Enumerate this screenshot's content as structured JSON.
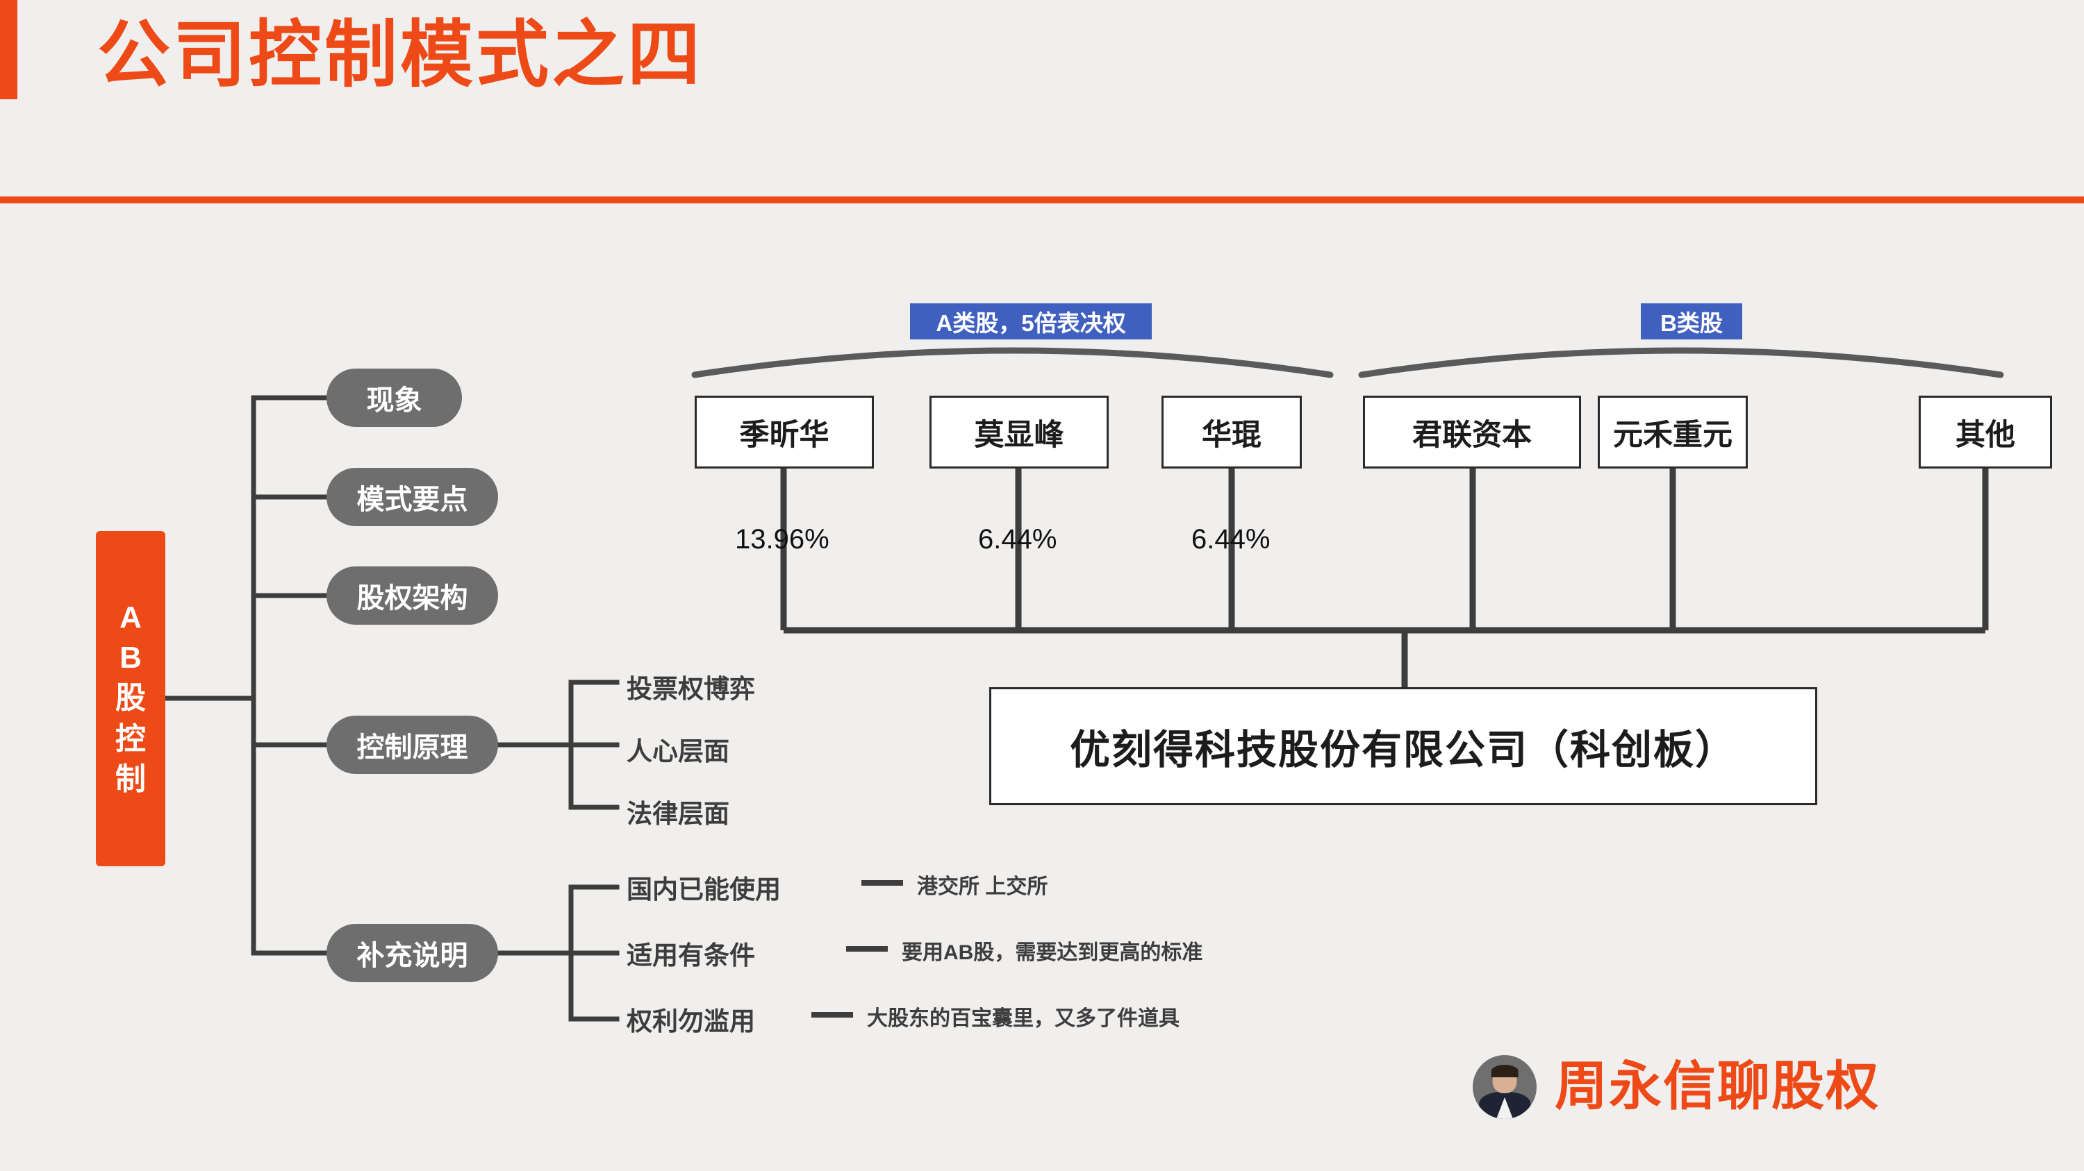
{
  "slide": {
    "title": "公司控制模式之四",
    "accent_color": "#ee4a18",
    "background_color": "#f0efed",
    "node_gray": "#6e6e6e",
    "label_blue": "#4060c0"
  },
  "mindmap": {
    "root": "AB股控制",
    "root_display": "A\nB\n股\n控\n制",
    "branches": [
      {
        "label": "现象",
        "children": []
      },
      {
        "label": "模式要点",
        "children": []
      },
      {
        "label": "股权架构",
        "children": []
      },
      {
        "label": "控制原理",
        "children": [
          {
            "text": "投票权博弈",
            "note": ""
          },
          {
            "text": "人心层面",
            "note": ""
          },
          {
            "text": "法律层面",
            "note": ""
          }
        ]
      },
      {
        "label": "补充说明",
        "children": [
          {
            "text": "国内已能使用",
            "note": "港交所 上交所"
          },
          {
            "text": "适用有条件",
            "note": "要用AB股，需要达到更高的标准"
          },
          {
            "text": "权利勿滥用",
            "note": "大股东的百宝囊里，又多了件道具"
          }
        ]
      }
    ]
  },
  "orgchart": {
    "class_labels": [
      {
        "text": "A类股，5倍表决权"
      },
      {
        "text": "B类股"
      }
    ],
    "shareholders": [
      {
        "name": "季昕华",
        "percent": "13.96%",
        "class": "A类股"
      },
      {
        "name": "莫显峰",
        "percent": "6.44%",
        "class": "A类股"
      },
      {
        "name": "华琨",
        "percent": "6.44%",
        "class": "A类股"
      },
      {
        "name": "君联资本",
        "percent": "",
        "class": "B类股"
      },
      {
        "name": "元禾重元",
        "percent": "",
        "class": "B类股"
      },
      {
        "name": "其他",
        "percent": "",
        "class": "B类股"
      }
    ],
    "company": "优刻得科技股份有限公司（科创板）"
  },
  "brand": {
    "name": "周永信聊股权"
  }
}
